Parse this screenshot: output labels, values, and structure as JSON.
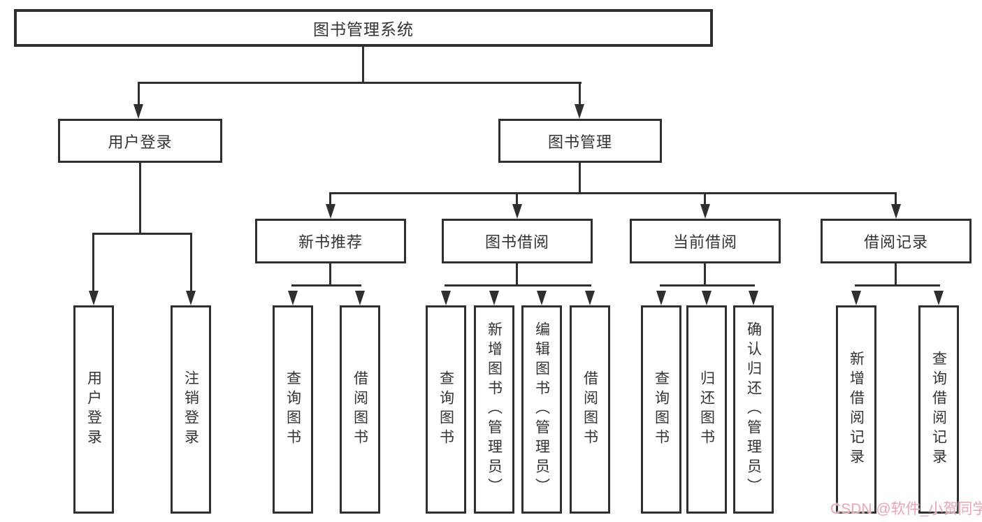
{
  "title": "图书管理系统",
  "nodes": {
    "root": "图书管理系统",
    "user_login": "用户登录",
    "book_mgmt": "图书管理",
    "new_book": "新书推荐",
    "book_borrow": "图书借阅",
    "current_borrow": "当前借阅",
    "borrow_records": "借阅记录"
  },
  "leaves": {
    "user_login": [
      "用户登录",
      "注销登录"
    ],
    "new_book": [
      "查询图书",
      "借阅图书"
    ],
    "book_borrow": [
      "查询图书",
      "新增图书（管理员）",
      "编辑图书（管理员）",
      "借阅图书"
    ],
    "current_borrow": [
      "查询图书",
      "归还图书",
      "确认归还（管理员）"
    ],
    "borrow_records": [
      "新增借阅记录",
      "查询借阅记录"
    ]
  },
  "watermark": {
    "text": "CSDN @软件_小贺同学",
    "color": "#f0a3b0"
  },
  "colors": {
    "line": "#2f2f2f",
    "text": "#333333",
    "background": "#ffffff"
  }
}
